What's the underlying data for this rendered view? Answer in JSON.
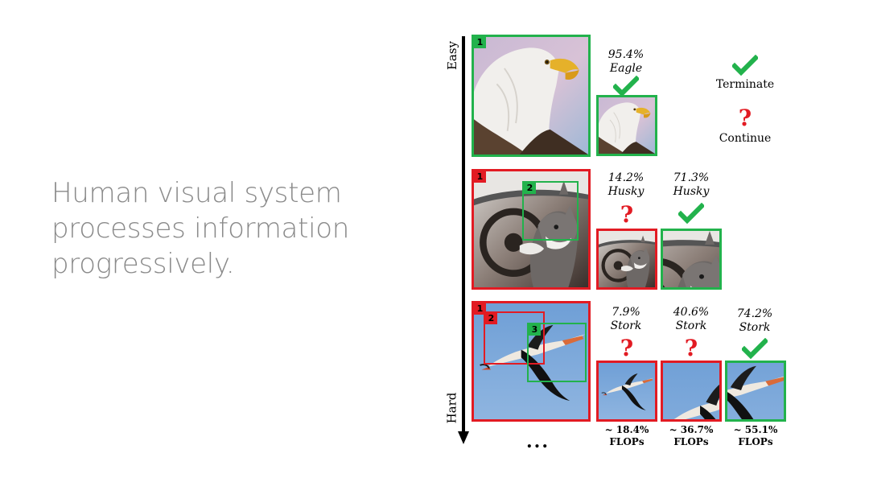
{
  "slide": {
    "text": "Human visual system\nprocesses information\nprogressively."
  },
  "figure": {
    "axis": {
      "top_label": "Easy",
      "bottom_label": "Hard"
    },
    "ellipsis": "...",
    "legend": {
      "terminate": {
        "label": "Terminate",
        "icon": "check-icon"
      },
      "continue": {
        "label": "Continue",
        "icon": "question-icon"
      }
    },
    "colors": {
      "terminate": "#22b24c",
      "continue": "#e21b23"
    },
    "rows": [
      {
        "subject": "eagle",
        "steps": [
          {
            "number": "1",
            "status": "terminate"
          },
          {
            "confidence": "95.4%",
            "label": "Eagle",
            "status": "terminate"
          }
        ]
      },
      {
        "subject": "husky",
        "steps": [
          {
            "number": "1",
            "status": "continue"
          },
          {
            "number": "2",
            "status": "terminate"
          },
          {
            "confidence": "14.2%",
            "label": "Husky",
            "status": "continue"
          },
          {
            "confidence": "71.3%",
            "label": "Husky",
            "status": "terminate"
          }
        ]
      },
      {
        "subject": "stork",
        "steps": [
          {
            "number": "1",
            "status": "continue"
          },
          {
            "number": "2",
            "status": "continue"
          },
          {
            "number": "3",
            "status": "terminate"
          },
          {
            "confidence": "7.9%",
            "label": "Stork",
            "status": "continue",
            "flops": "~ 18.4%",
            "flops_unit": "FLOPs"
          },
          {
            "confidence": "40.6%",
            "label": "Stork",
            "status": "continue",
            "flops": "~ 36.7%",
            "flops_unit": "FLOPs"
          },
          {
            "confidence": "74.2%",
            "label": "Stork",
            "status": "terminate",
            "flops": "~ 55.1%",
            "flops_unit": "FLOPs"
          }
        ]
      }
    ]
  }
}
